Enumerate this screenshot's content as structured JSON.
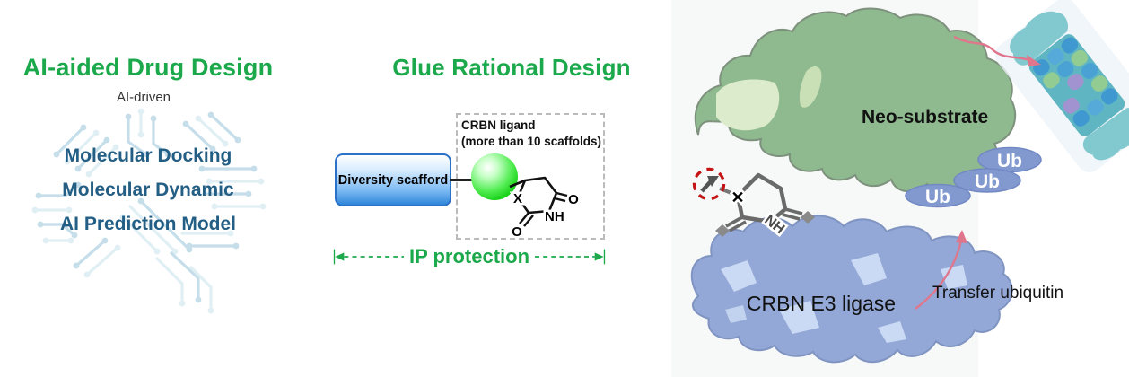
{
  "left": {
    "title": "AI-aided Drug Design",
    "subtitle": "AI-driven",
    "items": [
      "Molecular Docking",
      "Molecular Dynamic",
      "AI Prediction Model"
    ]
  },
  "middle": {
    "title": "Glue Rational Design",
    "box_label": "Diversity scafford",
    "ligand_line1": "CRBN ligand",
    "ligand_line2": "(more than 10 scaffolds)",
    "ip_label": "IP protection",
    "atoms": {
      "x": "X",
      "nh": "NH",
      "o1": "O",
      "o2": "O"
    }
  },
  "right": {
    "labels": {
      "neo": "Neo-substrate",
      "crbn": "CRBN E3 ligase",
      "transfer": "Transfer ubiquitin"
    },
    "ub": [
      "Ub",
      "Ub",
      "Ub"
    ],
    "atoms": {
      "x": "✕",
      "nh": "NH"
    }
  },
  "colors": {
    "accent_green": "#1ba94c",
    "heading_blue": "#235e85",
    "circuit_blue": "#c5deea",
    "scaffold_blue": "#2f86da",
    "sphere_green": "#12cf12",
    "neo_substrate_green": "#8fb98f",
    "ligase_blue": "#93a8d6",
    "ub_blue": "#8299cf",
    "arrow_pink": "#e0768b",
    "dashed_circle_red": "#c41414"
  }
}
